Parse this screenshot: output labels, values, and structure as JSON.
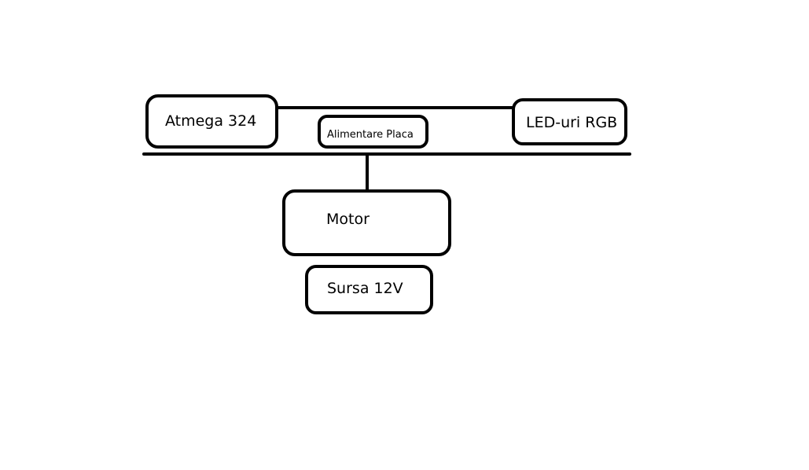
{
  "diagram": {
    "nodes": {
      "atmega": {
        "label": "Atmega 324"
      },
      "leds": {
        "label": "LED-uri RGB"
      },
      "alimentare": {
        "label": "Alimentare Placa"
      },
      "motor": {
        "label": "Motor"
      },
      "sursa": {
        "label": "Sursa 12V"
      }
    }
  },
  "colors": {
    "stroke": "#000000",
    "background": "#ffffff"
  }
}
